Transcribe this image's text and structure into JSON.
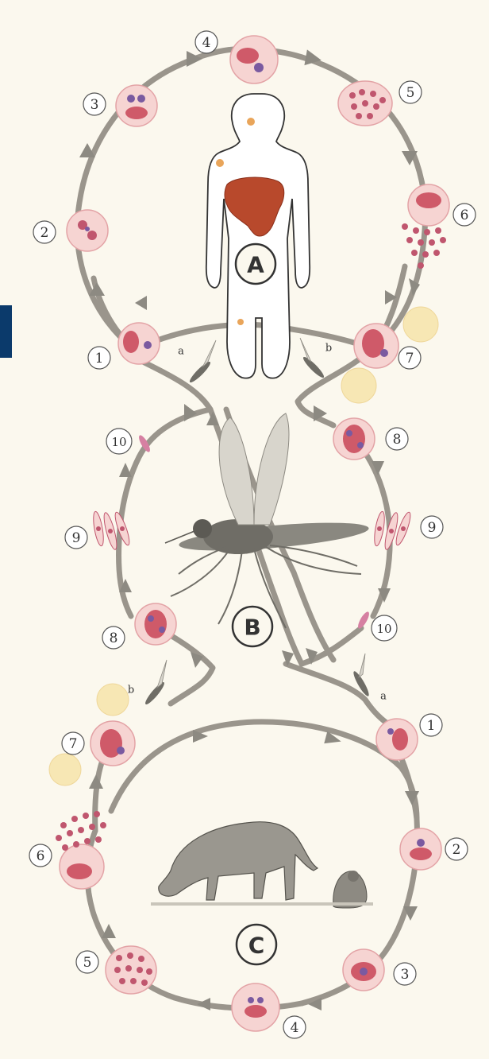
{
  "labels": {
    "cycle_A": "A",
    "cycle_B": "B",
    "cycle_C": "C",
    "mosquito_a": "a",
    "mosquito_b": "b"
  },
  "stages_A": [
    "1",
    "2",
    "3",
    "4",
    "5",
    "6",
    "7"
  ],
  "stages_B": [
    "8",
    "9",
    "10",
    "8",
    "9",
    "10"
  ],
  "stages_C": [
    "1",
    "2",
    "3",
    "4",
    "5",
    "6",
    "7"
  ],
  "colors": {
    "background": "#fbf8ee",
    "path": "#9a958c",
    "cell": "#f6d4d2",
    "parasite": "#c0566e",
    "liver": "#b8492c",
    "corner_tab": "#0b3a6b"
  }
}
